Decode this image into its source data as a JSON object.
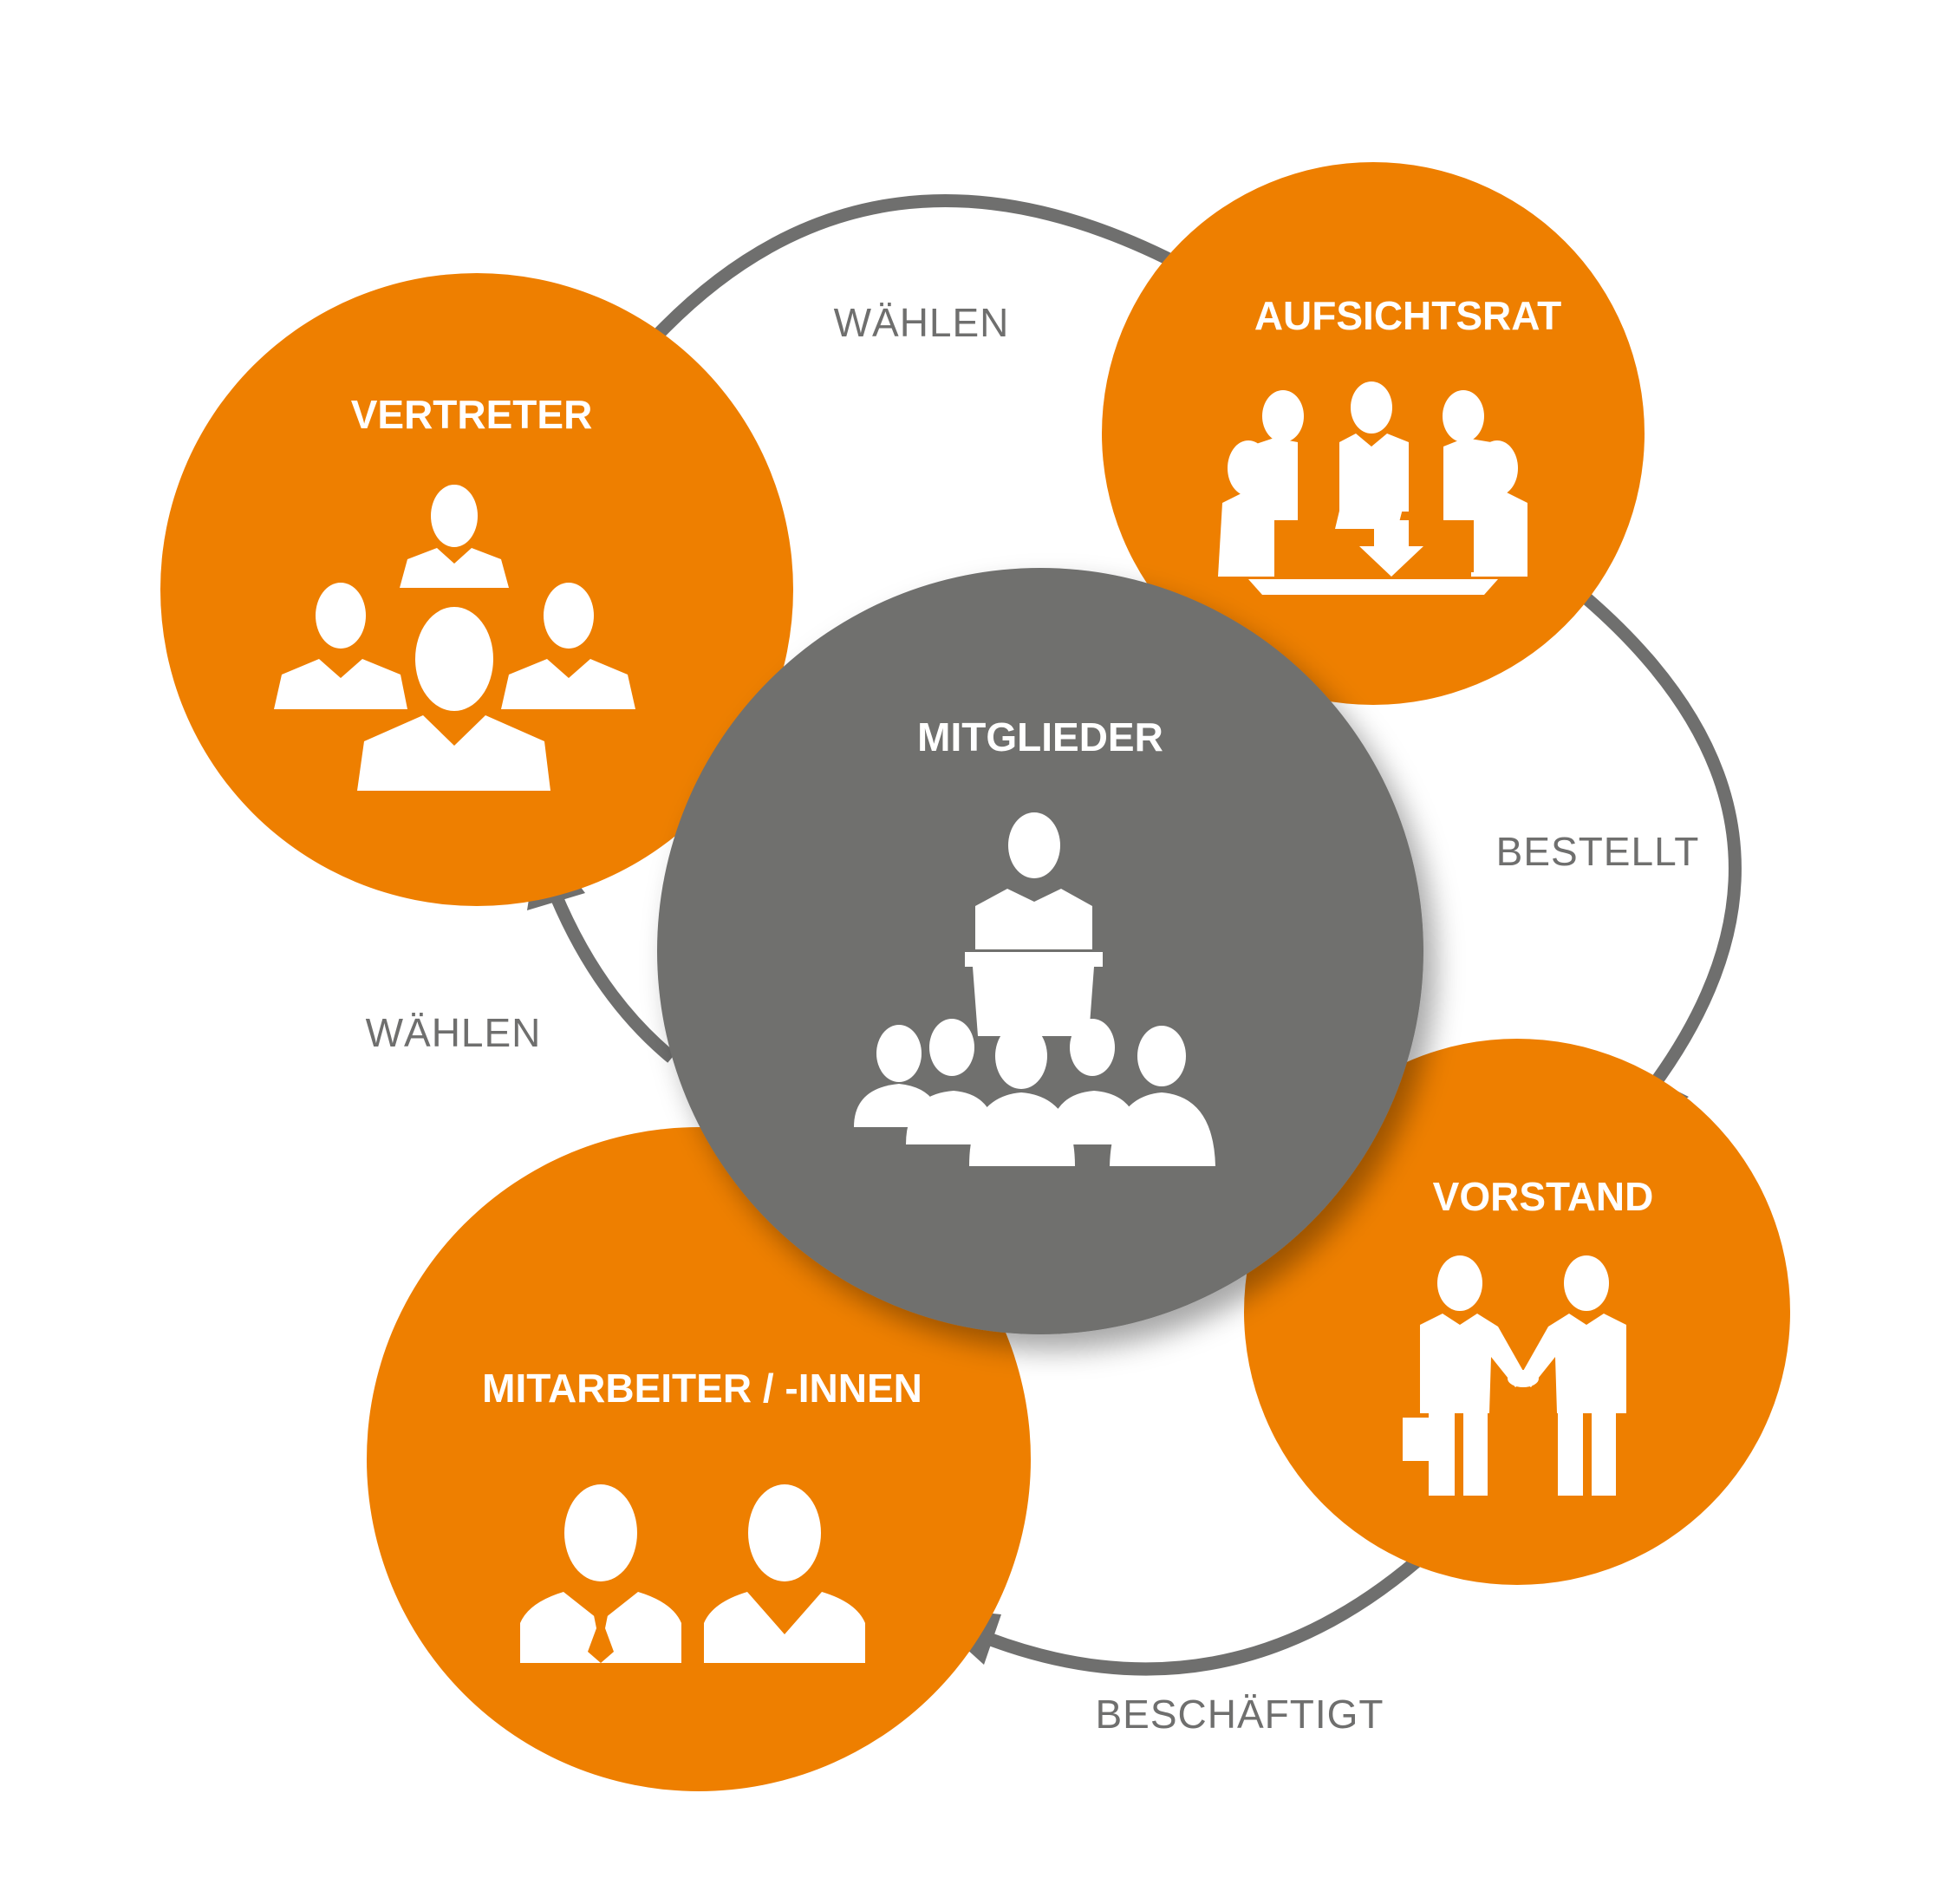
{
  "colors": {
    "accent": "#ee7f00",
    "center": "#6f6f6e",
    "arrow": "#6f6f6e",
    "text_on_node": "#ffffff",
    "label_text": "#6f6f6e"
  },
  "nodes": {
    "vertreter": {
      "title": "VERTRETER",
      "icon": "group-of-people-icon"
    },
    "aufsichtsrat": {
      "title": "AUFSICHTSRAT",
      "icon": "board-meeting-icon"
    },
    "mitglieder": {
      "title": "MITGLIEDER",
      "icon": "speaker-audience-icon"
    },
    "vorstand": {
      "title": "VORSTAND",
      "icon": "handshake-icon"
    },
    "mitarbeiter": {
      "title": "MITARBEITER / -INNEN",
      "icon": "two-employees-icon"
    }
  },
  "edges": [
    {
      "from": "vertreter",
      "to": "aufsichtsrat",
      "label": "WÄHLEN"
    },
    {
      "from": "aufsichtsrat",
      "to": "vorstand",
      "label": "BESTELLT"
    },
    {
      "from": "vorstand",
      "to": "mitarbeiter",
      "label": "BESCHÄFTIGT"
    },
    {
      "from": "mitglieder",
      "to": "vertreter",
      "label": "WÄHLEN"
    }
  ]
}
